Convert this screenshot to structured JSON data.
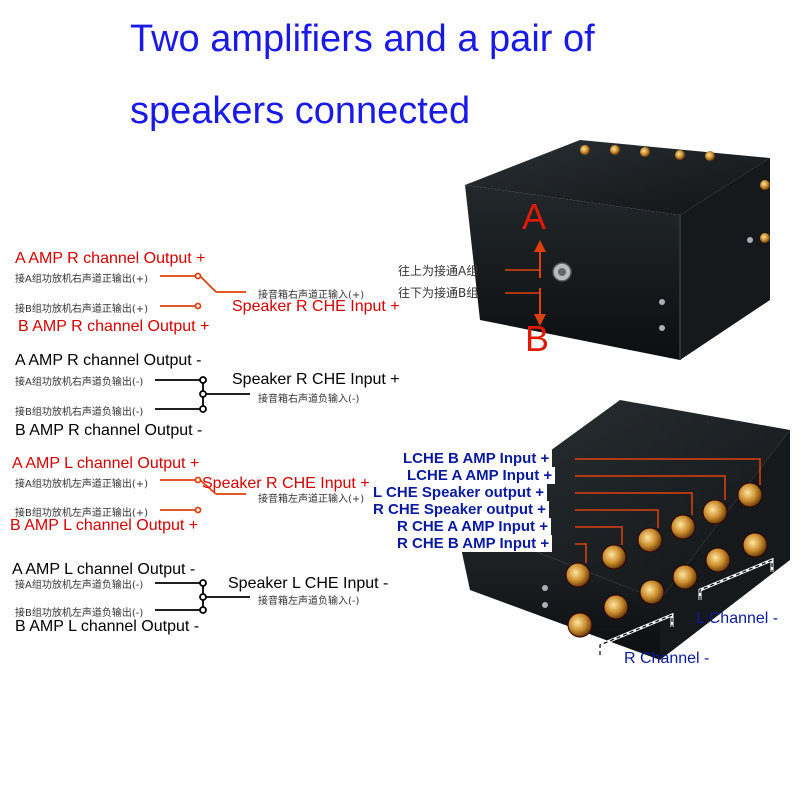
{
  "title": {
    "line1": "Two amplifiers and a pair of",
    "line2": "speakers connected"
  },
  "switch_diagram": {
    "top_letter": "A",
    "bottom_letter": "B",
    "up_note": "往上为接通A组",
    "down_note": "往下为接通B组"
  },
  "wiring": {
    "r_pos": {
      "a_label": "A AMP R channel Output +",
      "a_cn": "接A组功放机右声道正输出(+)",
      "b_cn": "接B组功放机右声道正输出(+)",
      "b_label": "B AMP R channel Output +",
      "speaker_label": "Speaker R CHE Input +",
      "speaker_cn": "接音箱右声道正输入(+)"
    },
    "r_neg": {
      "a_label": "A AMP R channel Output -",
      "a_cn": "接A组功放机右声道负输出(-)",
      "b_cn": "接B组功放机右声道负输出(-)",
      "b_label": "B AMP R channel Output -",
      "speaker_label": "Speaker R CHE Input +",
      "speaker_cn": "接音箱右声道负输入(-)"
    },
    "l_pos": {
      "a_label": "A AMP L channel Output +",
      "a_cn": "接A组功放机左声道正输出(+)",
      "b_cn": "接B组功放机左声道正输出(+)",
      "b_label": "B AMP L channel Output +",
      "speaker_label": "Speaker R CHE Input +",
      "speaker_cn": "接音箱左声道正输入(+)"
    },
    "l_neg": {
      "a_label": "A AMP L channel Output -",
      "a_cn": "接A组功放机左声道负输出(-)",
      "b_cn": "接B组功放机左声道负输出(-)",
      "b_label": "B AMP L channel Output -",
      "speaker_label": "Speaker L CHE Input -",
      "speaker_cn": "接音箱左声道负输入(-)"
    }
  },
  "terminals": {
    "rows": [
      "LCHE B AMP Input +",
      "LCHE A AMP Input +",
      "L CHE Speaker output +",
      "R CHE Speaker output +",
      "R CHE A AMP Input +",
      "R CHE B AMP Input +"
    ],
    "l_channel": "L Channel -",
    "r_channel": "R Channel -"
  },
  "colors": {
    "title": "#1a1ae6",
    "red_label": "#d40000",
    "wire_orange": "#e04010",
    "navy_label": "#0a1aa0",
    "box_body": "#1e2326"
  }
}
